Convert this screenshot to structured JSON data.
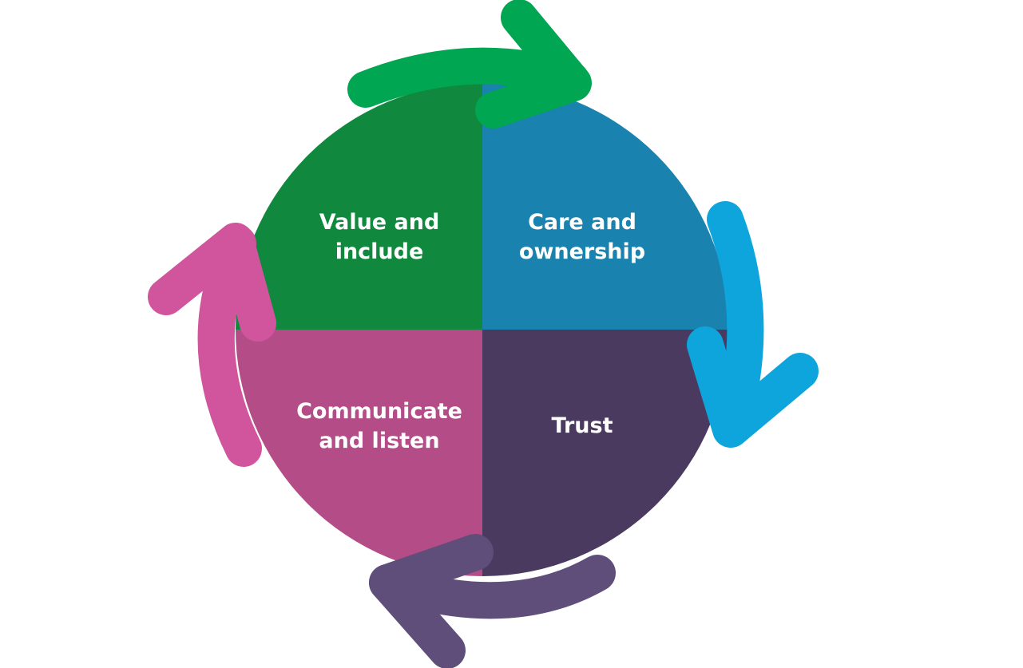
{
  "quadrants": [
    {
      "label_line1": "Value and",
      "label_line2": "include",
      "color": "#10893E"
    },
    {
      "label_line1": "Care and",
      "label_line2": "ownership",
      "color": "#1A82AE"
    },
    {
      "label_line1": "Trust",
      "label_line2": "",
      "color": "#4B3A5F"
    },
    {
      "label_line1": "Communicate",
      "label_line2": "and listen",
      "color": "#B34C87"
    }
  ],
  "arrows": {
    "top": "#00A651",
    "right": "#0EA5DC",
    "bottom": "#5F4E7A",
    "left": "#D0559C"
  }
}
